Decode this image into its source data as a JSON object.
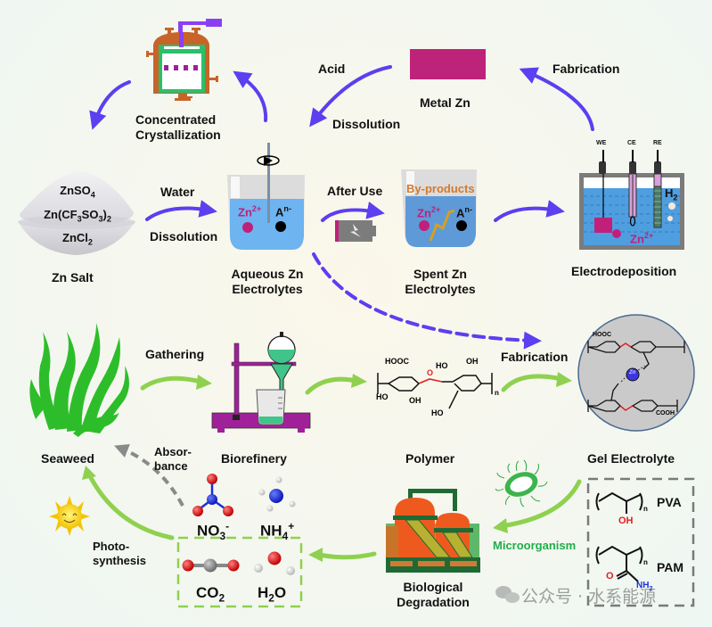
{
  "colors": {
    "purple_arrow": "#5b3ff0",
    "green_arrow": "#8fd14f",
    "gray_arrow": "#8a8a8a",
    "zn_magenta": "#c0207a",
    "electrolyte_blue": "#6db4f0",
    "byproduct_orange": "#d4792a",
    "micro_green": "#1fae4b"
  },
  "top_cycle": {
    "crystallizer": {
      "label_line1": "Concentrated",
      "label_line2": "Crystallization",
      "icon": "crystallizer-reactor-icon"
    },
    "acid_arrow": {
      "label_top": "Acid",
      "label_bottom": "Dissolution"
    },
    "metal_zn": {
      "label": "Metal Zn",
      "icon": "metal-zn-block-icon"
    },
    "fabrication_top": {
      "label": "Fabrication"
    },
    "zn_salt": {
      "label": "Zn Salt",
      "formula1": "ZnSO",
      "formula1_sub": "4",
      "formula2": "Zn(CF",
      "formula2_sub1": "3",
      "formula2_mid": "SO",
      "formula2_sub2": "3",
      "formula2_end": ")",
      "formula2_sub3": "2",
      "formula3": "ZnCl",
      "formula3_sub": "2"
    },
    "water_arrow": {
      "label_top": "Water",
      "label_bottom": "Dissolution"
    },
    "aqueous": {
      "label_line1": "Aqueous Zn",
      "label_line2": "Electrolytes",
      "cation": "Zn",
      "cation_charge": "2+",
      "anion": "A",
      "anion_charge": "n-"
    },
    "after_use": {
      "label": "After Use",
      "icon": "battery-icon"
    },
    "spent": {
      "label_line1": "Spent Zn",
      "label_line2": "Electrolytes",
      "byproducts": "By-products",
      "cation": "Zn",
      "cation_charge": "2+",
      "anion": "A",
      "anion_charge": "n-"
    },
    "electrodeposition": {
      "label": "Electrodeposition",
      "we": "WE",
      "ce": "CE",
      "re": "RE",
      "h2": "H",
      "h2_sub": "2",
      "zn": "Zn",
      "zn_charge": "2+"
    }
  },
  "bottom_cycle": {
    "seaweed": {
      "label": "Seaweed",
      "icon": "seaweed-icon"
    },
    "gathering": {
      "label": "Gathering"
    },
    "biorefinery": {
      "label": "Biorefinery",
      "icon": "separatory-funnel-icon"
    },
    "polymer": {
      "label": "Polymer",
      "hooc": "HOOC",
      "ho1": "HO",
      "oh1": "OH",
      "ho2": "HO",
      "oh2": "OH",
      "ho3": "HO",
      "o": "O",
      "n": "n"
    },
    "fabrication_bottom": {
      "label": "Fabrication"
    },
    "gel_electrolyte": {
      "label": "Gel Electrolyte",
      "zn": "Zn",
      "hooc": "HOOC",
      "cooh": "COOH",
      "n": "n"
    },
    "microorganism": {
      "label": "Microorganism",
      "icon": "bacterium-icon"
    },
    "synthetic_polymers": [
      {
        "name": "PVA",
        "substituent": "OH",
        "n": "n"
      },
      {
        "name": "PAM",
        "substituent_o": "O",
        "substituent_n": "NH",
        "substituent_n_sub": "2",
        "n": "n"
      }
    ],
    "degradation": {
      "label_line1": "Biological",
      "label_line2": "Degradation",
      "icon": "bioreactor-plant-icon"
    },
    "absorbance": {
      "label_line1": "Absor-",
      "label_line2": "bance"
    },
    "photosynthesis": {
      "label_line1": "Photo-",
      "label_line2": "synthesis",
      "icon": "sun-icon"
    },
    "molecules": {
      "no3": {
        "base": "NO",
        "sub": "3",
        "sup": "-"
      },
      "nh4": {
        "base": "NH",
        "sub": "4",
        "sup": "+"
      },
      "co2": {
        "base": "CO",
        "sub": "2"
      },
      "h2o": {
        "pre": "H",
        "sub": "2",
        "post": "O"
      }
    }
  },
  "watermark": {
    "text": "公众号 · 水系能源",
    "icon": "wechat-icon"
  }
}
